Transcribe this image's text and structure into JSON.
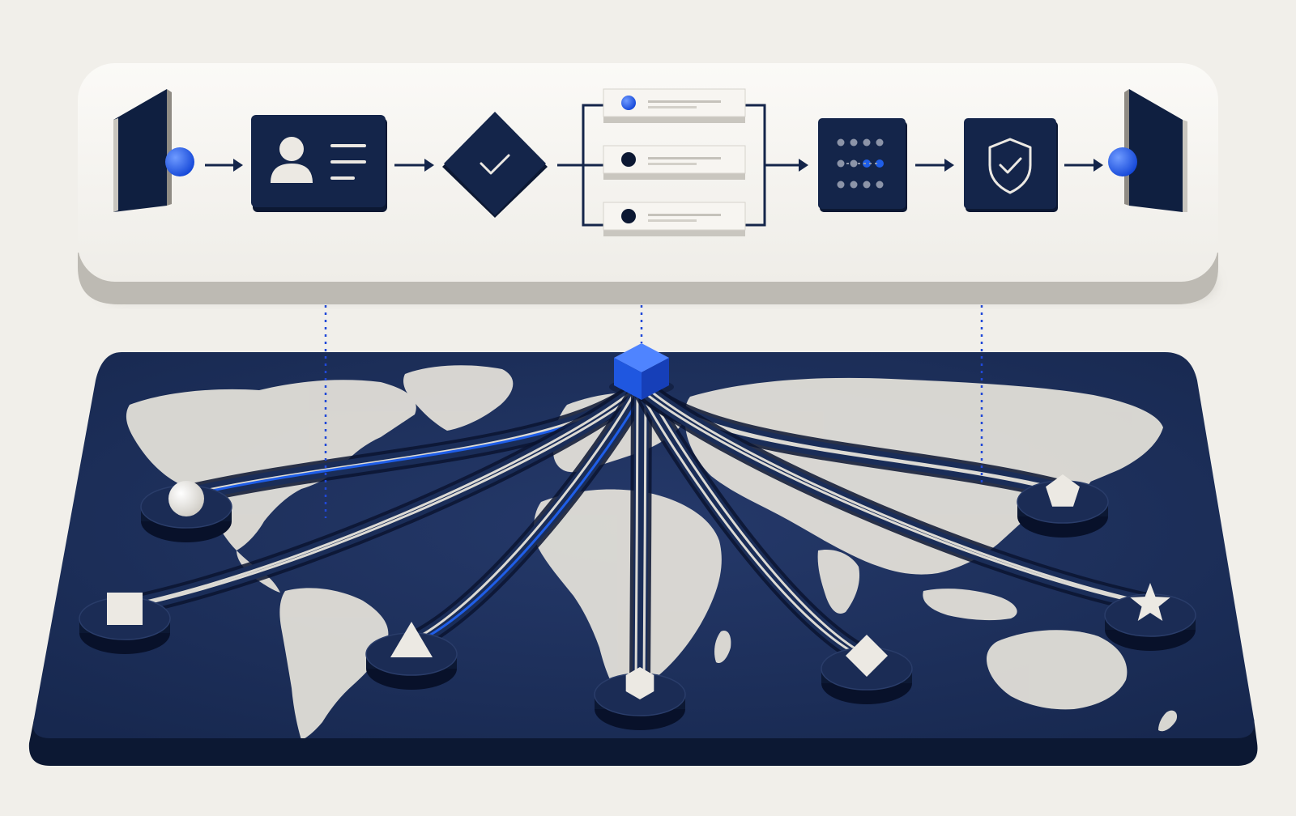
{
  "colors": {
    "background": "#f1efea",
    "panel_top": "#f6f4f0",
    "panel_edge": "#b9b6b0",
    "navy": "#14254a",
    "navy_dark": "#0c1833",
    "map_base": "#1c305e",
    "continent": "#e4e1da",
    "accent_blue": "#1f5ee8",
    "connector_light": "#dcdad4",
    "dotted_link": "#2048d8"
  },
  "pipeline": {
    "steps": [
      {
        "id": "source-gate",
        "icon": "portal-icon"
      },
      {
        "id": "identity",
        "icon": "id-card-icon"
      },
      {
        "id": "decision",
        "icon": "checkmark-diamond-icon"
      },
      {
        "id": "queue",
        "icon": "stacked-list-icon",
        "items": 3
      },
      {
        "id": "matrix",
        "icon": "dot-grid-icon"
      },
      {
        "id": "security",
        "icon": "shield-check-icon"
      },
      {
        "id": "destination-gate",
        "icon": "portal-icon"
      }
    ]
  },
  "map": {
    "hub": {
      "icon": "cube-icon"
    },
    "endpoints": [
      {
        "id": "north-america",
        "icon": "sphere-icon",
        "highlight": true
      },
      {
        "id": "west-atlantic",
        "icon": "square-icon",
        "highlight": false
      },
      {
        "id": "south-america",
        "icon": "triangle-icon",
        "highlight": true
      },
      {
        "id": "africa",
        "icon": "hexagon-icon",
        "highlight": false
      },
      {
        "id": "middle-east",
        "icon": "diamond-icon",
        "highlight": false
      },
      {
        "id": "east-asia",
        "icon": "pentagon-icon",
        "highlight": false
      },
      {
        "id": "oceania",
        "icon": "star-icon",
        "highlight": false
      }
    ]
  }
}
